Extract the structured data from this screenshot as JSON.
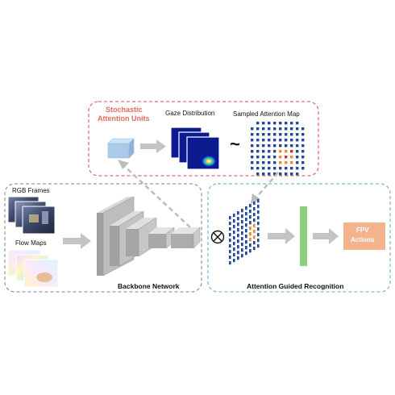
{
  "attention_units": {
    "title_line1": "Stochastic",
    "title_line2": "Attention Units"
  },
  "gaze_distribution": {
    "label": "Gaze Distribution"
  },
  "tilde": {
    "symbol": "~"
  },
  "sampled_map": {
    "label": "Sampled Attention Map"
  },
  "inputs": {
    "rgb_label": "RGB Frames",
    "flow_label": "Flow Maps"
  },
  "backbone": {
    "label": "Backbone Network"
  },
  "recognition": {
    "label": "Attention Guided Recognition"
  },
  "otimes": {
    "symbol": "⊗"
  },
  "output": {
    "line1": "FPV",
    "line2": "Actions"
  },
  "colors": {
    "attention_box": "#e46a6a",
    "attention_title": "#e06b5f",
    "backbone_box": "#9a9a9a",
    "recognition_box": "#86b4dc",
    "attention_cube": "#a9cbe9",
    "arrow_gray": "#c4c4c4",
    "fc_layer": "#8fcf7f",
    "output_box": "#f3b48d",
    "dot_blue": "#21489b",
    "dot_orange": "#f08a2a",
    "dot_red": "#d92e27"
  }
}
